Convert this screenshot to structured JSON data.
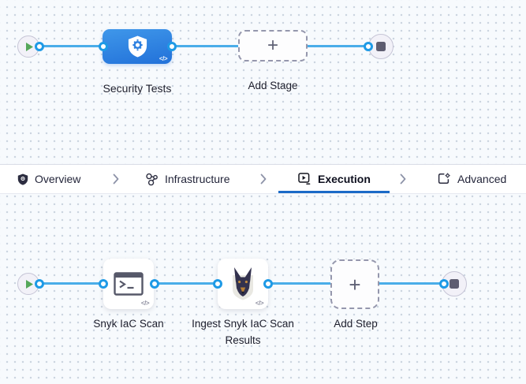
{
  "glyphs": {
    "plus": "+",
    "code": "</>"
  },
  "stage_pipeline": {
    "stage_label": "Security Tests",
    "add_stage_label": "Add Stage"
  },
  "tab_bar": {
    "tabs": [
      {
        "label": "Overview",
        "icon": "shield-icon",
        "active": false
      },
      {
        "label": "Infrastructure",
        "icon": "nodes-icon",
        "active": false
      },
      {
        "label": "Execution",
        "icon": "play-square-icon",
        "active": true
      },
      {
        "label": "Advanced",
        "icon": "gear-square-icon",
        "active": false
      }
    ],
    "active_underline_color": "#1b6ac7"
  },
  "execution_pipeline": {
    "step1_label": "Snyk IaC Scan",
    "step2_label": "Ingest Snyk IaC Scan Results",
    "add_step_label": "Add Step"
  },
  "colors": {
    "stage_node_blue": "#2b7fe0",
    "connector_line": "#4aade9",
    "connector_dot_ring": "#1e9ae6",
    "play_green": "#55a75a",
    "stop_grey": "#5e5d71",
    "canvas_bg": "#f7fafd",
    "grid_dot": "#ccd5e0"
  }
}
